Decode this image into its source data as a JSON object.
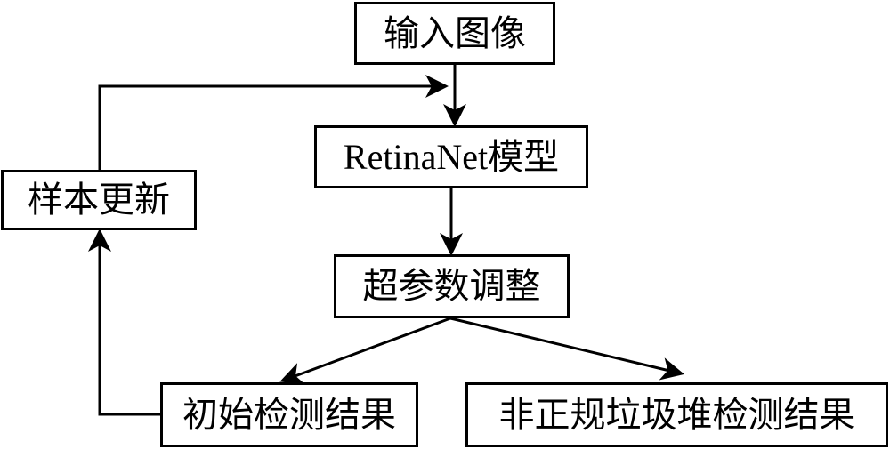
{
  "diagram": {
    "nodes": {
      "input": "输入图像",
      "model": "RetinaNet模型",
      "hyperparam": "超参数调整",
      "initial": "初始检测结果",
      "final": "非正规垃圾堆检测结果",
      "update": "样本更新"
    },
    "edges": [
      {
        "from": "input",
        "to": "model"
      },
      {
        "from": "model",
        "to": "hyperparam"
      },
      {
        "from": "hyperparam",
        "to": "initial"
      },
      {
        "from": "hyperparam",
        "to": "final"
      },
      {
        "from": "initial",
        "to": "update"
      },
      {
        "from": "update",
        "to": "model"
      }
    ],
    "colors": {
      "stroke": "#000000",
      "fill": "#ffffff",
      "text": "#000000"
    }
  }
}
